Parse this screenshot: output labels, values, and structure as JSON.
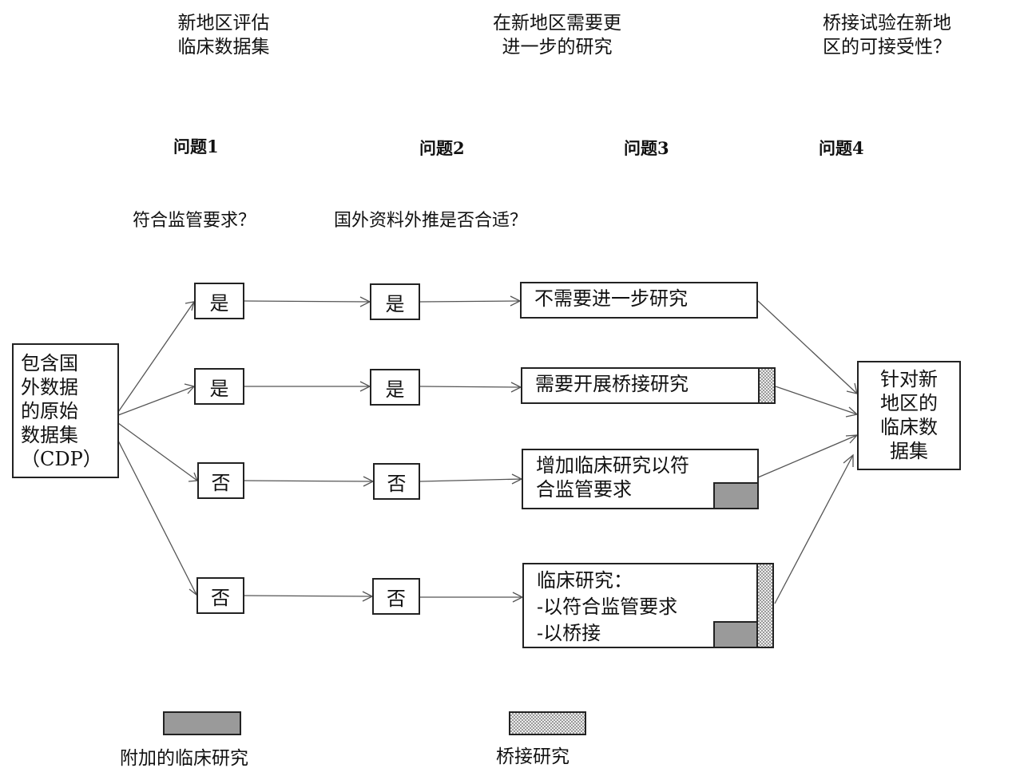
{
  "headers": {
    "h1": "新地区评估\n临床数据集",
    "h2": "在新地区需要更\n进一步的研究",
    "h3": "桥接试验在新地\n区的可接受性？"
  },
  "questions": [
    "问题1",
    "问题2",
    "问题3",
    "问题4"
  ],
  "sub_questions": {
    "q1": "符合监管要求？",
    "q2": "国外资料外推是否合适？"
  },
  "source_box": "包含国\n外数据\n的原始\n数据集\n（CDP）",
  "rows": [
    {
      "q1": "是",
      "q2": "是",
      "outcome": "不需要进一步研究",
      "additional_clinical": false,
      "bridging": false
    },
    {
      "q1": "是",
      "q2": "是",
      "outcome": "需要开展桥接研究",
      "additional_clinical": false,
      "bridging": true
    },
    {
      "q1": "否",
      "q2": "否",
      "outcome": "增加临床研究以符\n合监管要求",
      "additional_clinical": true,
      "bridging": false
    },
    {
      "q1": "否",
      "q2": "否",
      "outcome": "临床研究：\n-以符合监管要求\n-以桥接",
      "additional_clinical": true,
      "bridging": true
    }
  ],
  "target_box": "针对新\n地区的\n临床数\n据集",
  "legend": {
    "solid_label": "附加的临床研究",
    "dotted_label": "桥接研究"
  },
  "colors": {
    "additional_clinical_fill": "#9a9a9a",
    "bridging_pattern": "#9a9a9a",
    "border": "#222222",
    "arrow": "#555555"
  }
}
